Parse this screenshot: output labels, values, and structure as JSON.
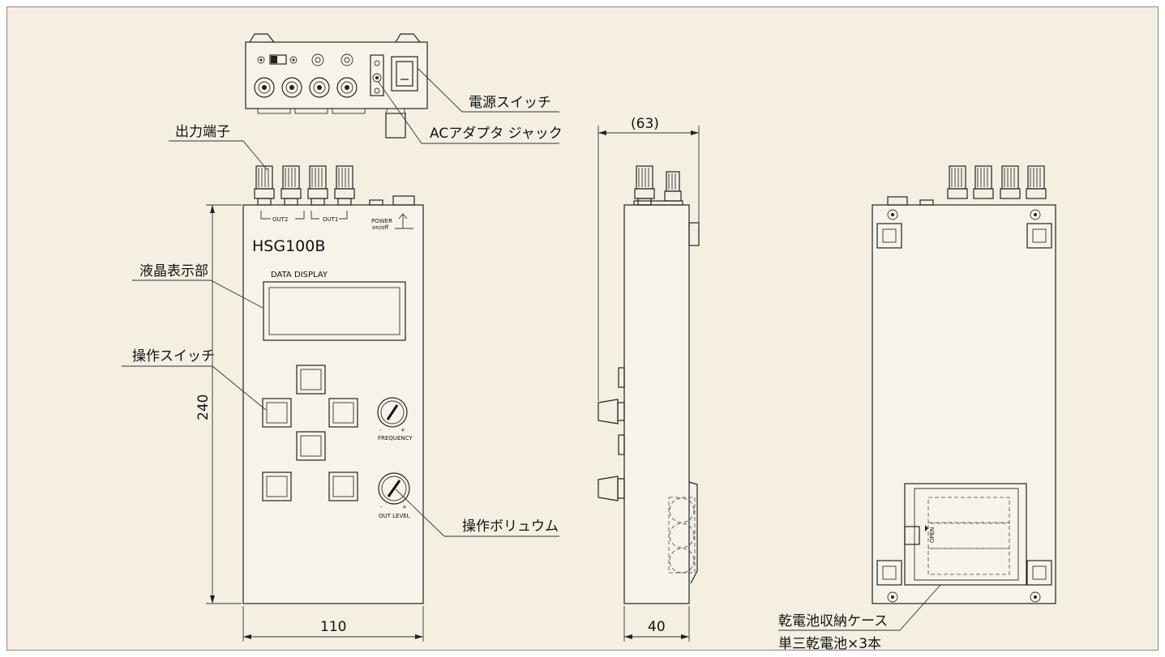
{
  "callouts": {
    "power_switch": "電源スイッチ",
    "ac_adapter_jack": "ACアダプタ ジャック",
    "output_terminals": "出力端子",
    "lcd_display": "液晶表示部",
    "operation_switch": "操作スイッチ",
    "operation_volume": "操作ボリュウム",
    "battery_case": "乾電池収納ケース",
    "battery_note": "単三乾電池×3本"
  },
  "front": {
    "model": "HSG100B",
    "display_label": "DATA DISPLAY",
    "out2_label": "OUT2",
    "out1_label": "OUT1",
    "power_label_1": "POWER",
    "power_label_2": "on/off",
    "knob1_label": "FREQUENCY",
    "knob2_label": "OUT LEVEL",
    "minus": "-",
    "plus": "+"
  },
  "back": {
    "open_label": "OPEN"
  },
  "dimensions": {
    "height": "240",
    "width": "110",
    "depth": "40",
    "depth_total": "(63)"
  }
}
